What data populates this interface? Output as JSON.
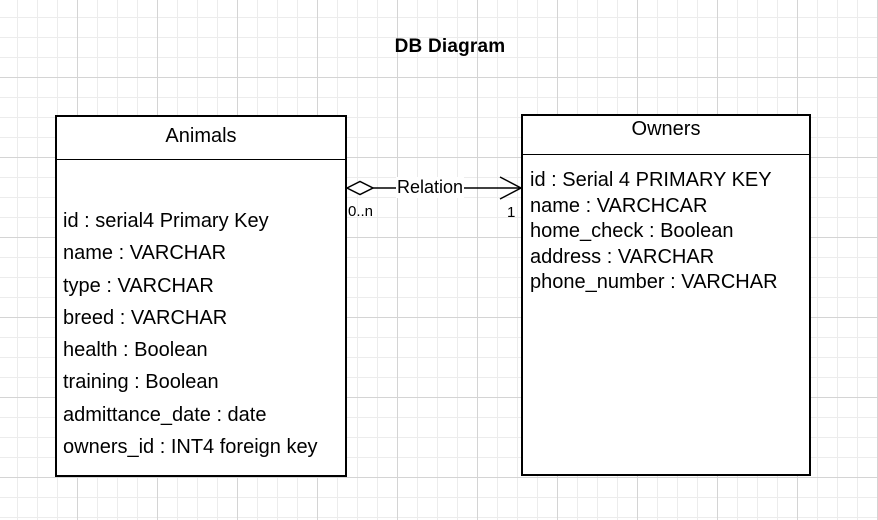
{
  "diagram": {
    "title": "DB Diagram"
  },
  "entities": {
    "animals": {
      "name": "Animals",
      "attributes": [
        "id : serial4 Primary Key",
        "name : VARCHAR",
        "type : VARCHAR",
        "breed : VARCHAR",
        "health : Boolean",
        "training : Boolean",
        "admittance_date : date",
        "owners_id : INT4 foreign key"
      ]
    },
    "owners": {
      "name": "Owners",
      "attributes": [
        "id : Serial 4 PRIMARY KEY",
        "name : VARCHCAR",
        "home_check : Boolean",
        "address : VARCHAR",
        "phone_number : VARCHAR"
      ]
    }
  },
  "relation": {
    "label": "Relation",
    "source_multiplicity": "0..n",
    "target_multiplicity": "1",
    "source_end": "aggregation-diamond-icon",
    "target_end": "open-arrow-icon"
  }
}
